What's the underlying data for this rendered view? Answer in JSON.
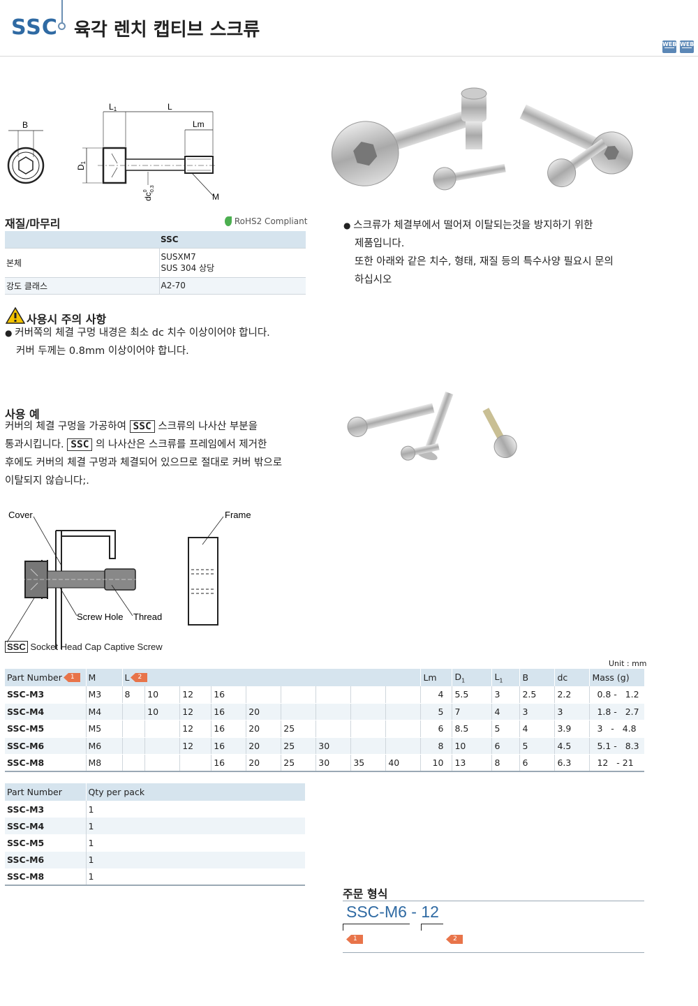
{
  "header": {
    "code": "SSC",
    "title": "육각 렌치 캡티브 스크류",
    "web_badge": "WEB"
  },
  "drawing": {
    "labels": {
      "b": "B",
      "l1": "L",
      "l1_sub": "1",
      "l": "L",
      "lm": "Lm",
      "d1": "D",
      "d1_sub": "1",
      "dc": "dc",
      "dc_tol_top": "0",
      "dc_tol_bottom": "-0.3",
      "m": "M"
    }
  },
  "material": {
    "title": "재질/마무리",
    "rohs": "RoHS2 Compliant",
    "header": "SSC",
    "rows": [
      {
        "label": "본체",
        "value1": "SUSXM7",
        "value2": "SUS 304 상당"
      },
      {
        "label": "강도 클래스",
        "value1": "A2-70",
        "value2": ""
      }
    ]
  },
  "description": {
    "line1": "스크류가 체결부에서 떨어져 이탈되는것을 방지하기 위한",
    "line2": "제품입니다.",
    "line3": "또한 아래와 같은 치수, 형태, 재질 등의 특수사양  필요시 문의",
    "line4": "하십시오"
  },
  "caution": {
    "title": "사용시 주의 사항",
    "line1": "커버쪽의 체결 구멍 내경은 최소 dc 치수 이상이어야 합니다.",
    "line2": "커버 두께는 0.8mm 이상이어야 합니다."
  },
  "example": {
    "title": "사용 예",
    "line1_a": "커버의 체결 구멍을 가공하여",
    "ssc": "SSC",
    "line1_b": "스크류의 나사산 부분을",
    "line2_a": "통과시킵니다.",
    "line2_b": "의 나사산은 스크류를 프레임에서 제거한",
    "line3": "후에도 커버의 체결 구멍과 체결되어 있으므로 절대로 커버 밖으로",
    "line4": "이탈되지 않습니다;."
  },
  "diagram": {
    "cover": "Cover",
    "frame": "Frame",
    "screw_hole": "Screw Hole",
    "thread": "Thread",
    "caption_box": "SSC",
    "caption": "Socket Head Cap Captive Screw"
  },
  "spec_table": {
    "unit": "Unit : mm",
    "headers": {
      "part": "Part Number",
      "m": "M",
      "l": "L",
      "lm": "Lm",
      "d1": "D",
      "d1_sub": "1",
      "l1": "L",
      "l1_sub": "1",
      "b": "B",
      "dc": "dc",
      "mass": "Mass (g)"
    },
    "flag1": "1",
    "flag2": "2",
    "rows": [
      {
        "part": "SSC-M3",
        "m": "M3",
        "l": [
          "8",
          "10",
          "12",
          "16",
          "",
          "",
          "",
          "",
          ""
        ],
        "lm": "4",
        "d1": "5.5",
        "l1": "3",
        "b": "2.5",
        "dc": "2.2",
        "mass": "0.8 -   1.2"
      },
      {
        "part": "SSC-M4",
        "m": "M4",
        "l": [
          "",
          "10",
          "12",
          "16",
          "20",
          "",
          "",
          "",
          ""
        ],
        "lm": "5",
        "d1": "7",
        "l1": "4",
        "b": "3",
        "dc": "3",
        "mass": "1.8 -   2.7"
      },
      {
        "part": "SSC-M5",
        "m": "M5",
        "l": [
          "",
          "",
          "12",
          "16",
          "20",
          "25",
          "",
          "",
          ""
        ],
        "lm": "6",
        "d1": "8.5",
        "l1": "5",
        "b": "4",
        "dc": "3.9",
        "mass": "3   -   4.8"
      },
      {
        "part": "SSC-M6",
        "m": "M6",
        "l": [
          "",
          "",
          "12",
          "16",
          "20",
          "25",
          "30",
          "",
          ""
        ],
        "lm": "8",
        "d1": "10",
        "l1": "6",
        "b": "5",
        "dc": "4.5",
        "mass": "5.1 -   8.3"
      },
      {
        "part": "SSC-M8",
        "m": "M8",
        "l": [
          "",
          "",
          "",
          "16",
          "20",
          "25",
          "30",
          "35",
          "40"
        ],
        "lm": "10",
        "d1": "13",
        "l1": "8",
        "b": "6",
        "dc": "6.3",
        "mass": "12   - 21"
      }
    ]
  },
  "qty_table": {
    "headers": {
      "part": "Part Number",
      "qty": "Qty per pack"
    },
    "rows": [
      {
        "part": "SSC-M3",
        "qty": "1"
      },
      {
        "part": "SSC-M4",
        "qty": "1"
      },
      {
        "part": "SSC-M5",
        "qty": "1"
      },
      {
        "part": "SSC-M6",
        "qty": "1"
      },
      {
        "part": "SSC-M8",
        "qty": "1"
      }
    ]
  },
  "order": {
    "title": "주문 형식",
    "code_part": "SSC-M6",
    "code_sep": " - ",
    "code_len": "12",
    "flag1": "1",
    "flag2": "2"
  },
  "colors": {
    "accent": "#2f6aa3",
    "table_header": "#d6e4ee",
    "flag": "#e8744a"
  }
}
